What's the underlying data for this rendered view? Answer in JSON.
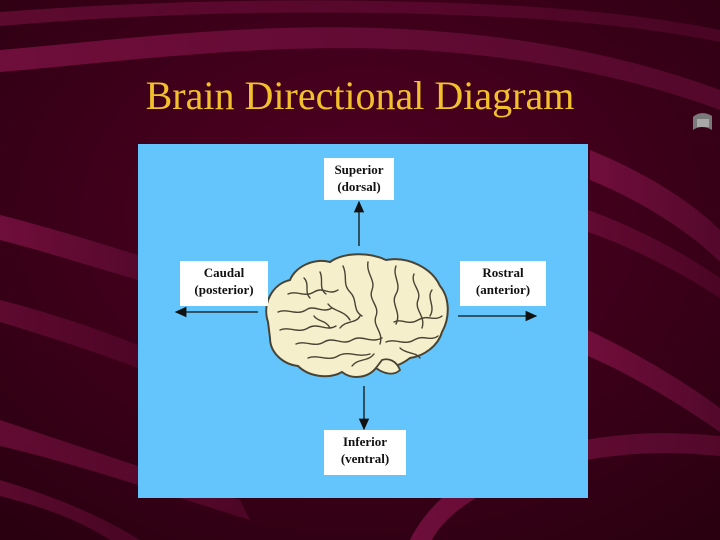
{
  "slide": {
    "title": "Brain Directional Diagram"
  },
  "colors": {
    "background_dark": "#3a0018",
    "background_stripe": "#6e0b38",
    "title": "#f2c02a",
    "panel": "#63c5fb",
    "brain_fill": "#f6efcc",
    "brain_lines": "#4a4334"
  },
  "diagram": {
    "superior": {
      "line1": "Superior",
      "line2": "(dorsal)"
    },
    "caudal": {
      "line1": "Caudal",
      "line2": "(posterior)"
    },
    "rostral": {
      "line1": "Rostral",
      "line2": "(anterior)"
    },
    "inferior": {
      "line1": "Inferior",
      "line2": "(ventral)"
    }
  }
}
